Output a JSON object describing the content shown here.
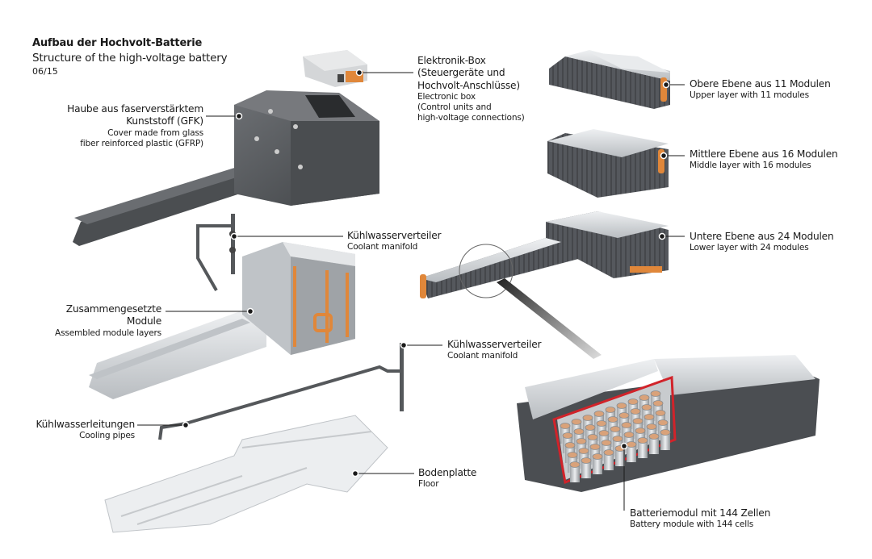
{
  "header": {
    "title_de": "Aufbau der Hochvolt-Batterie",
    "title_en": "Structure of the high-voltage battery",
    "date": "06/15"
  },
  "labels": {
    "cover": {
      "de_line1": "Haube aus faserverstärktem",
      "de_line2": "Kunststoff (GFK)",
      "en_line1": "Cover made from glass",
      "en_line2": "fiber reinforced plastic (GFRP)"
    },
    "electronic_box": {
      "de_line1": "Elektronik-Box",
      "de_line2": "(Steuergeräte und",
      "de_line3": "Hochvolt-Anschlüsse)",
      "en_line1": "Electronic box",
      "en_line2": "(Control units and",
      "en_line3": "high-voltage connections)"
    },
    "upper_layer": {
      "de": "Obere Ebene aus 11 Modulen",
      "en": "Upper layer with 11 modules"
    },
    "middle_layer": {
      "de": "Mittlere Ebene aus 16 Modulen",
      "en": "Middle layer with 16 modules"
    },
    "lower_layer": {
      "de": "Untere Ebene aus 24 Modulen",
      "en": "Lower layer with 24 modules"
    },
    "coolant_manifold_1": {
      "de": "Kühlwasserverteiler",
      "en": "Coolant manifold"
    },
    "assembled_modules": {
      "de_line1": "Zusammengesetzte",
      "de_line2": "Module",
      "en": "Assembled module layers"
    },
    "coolant_manifold_2": {
      "de": "Kühlwasserverteiler",
      "en": "Coolant manifold"
    },
    "cooling_pipes": {
      "de": "Kühlwasserleitungen",
      "en": "Cooling pipes"
    },
    "floor": {
      "de": "Bodenplatte",
      "en": "Floor"
    },
    "battery_module": {
      "de": "Batteriemodul mit 144 Zellen",
      "en": "Battery module with 144 cells"
    }
  },
  "colors": {
    "cover_gray": "#55585b",
    "module_silver": "#cfd2d5",
    "module_dark": "#5a5d62",
    "accent_orange": "#e0873a",
    "cell_copper": "#d9a27a",
    "red_cutaway": "#d1232a",
    "leader_line": "#1a1a1a"
  }
}
